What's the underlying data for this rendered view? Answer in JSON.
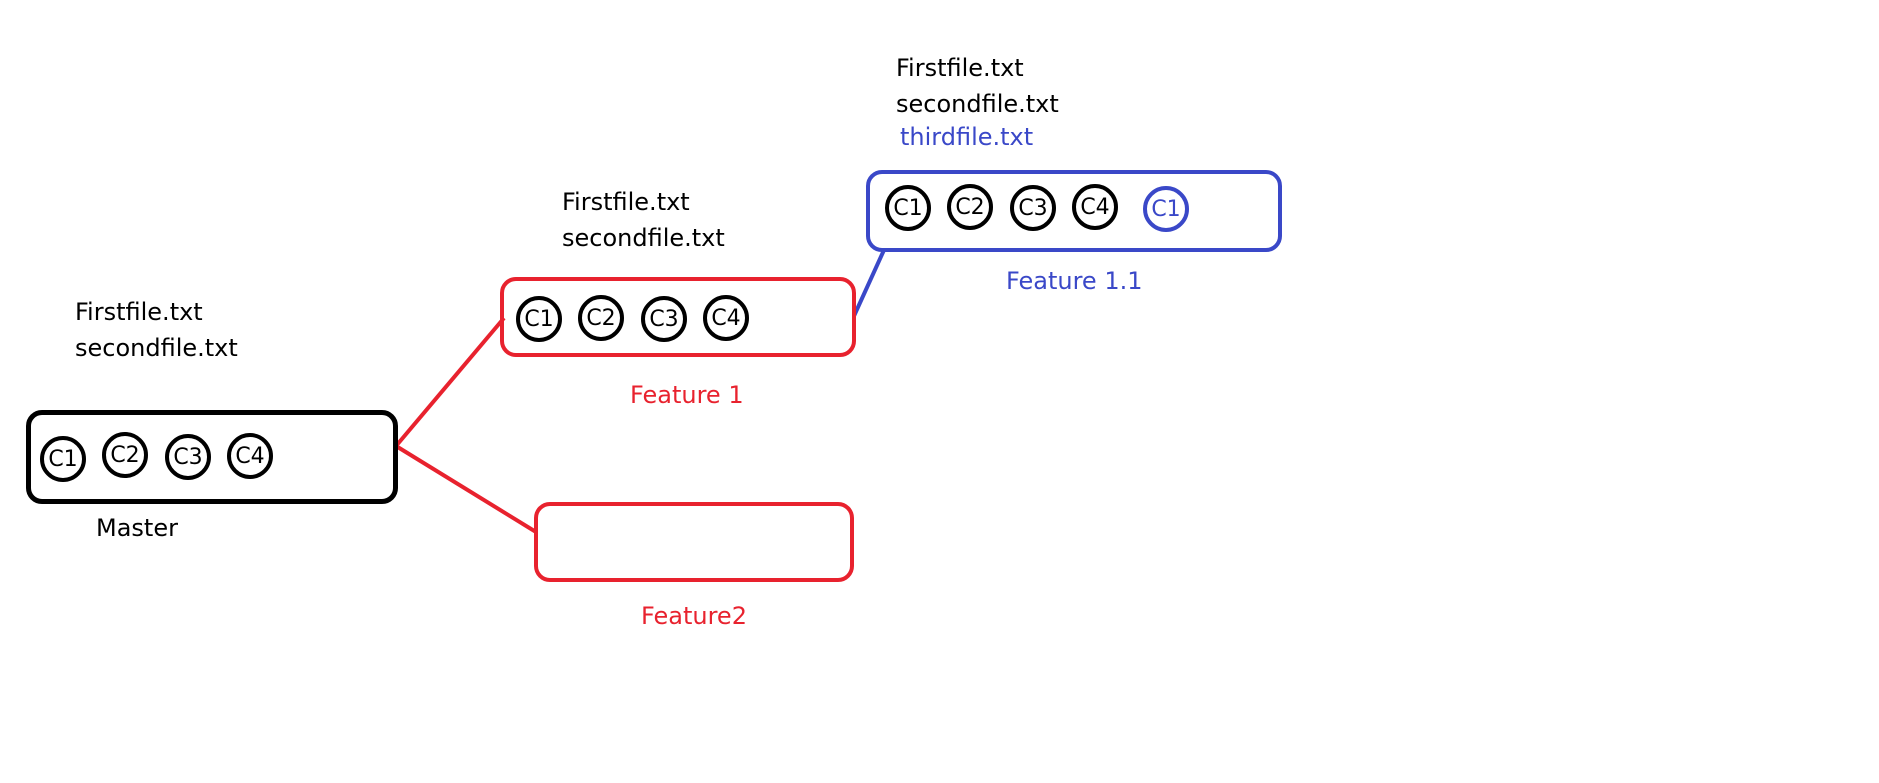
{
  "branches": {
    "master": {
      "name": "Master",
      "files": [
        "Firstfile.txt",
        "secondfile.txt"
      ],
      "commits": [
        "C1",
        "C2",
        "C3",
        "C4"
      ],
      "color": "#000000"
    },
    "feature1": {
      "name": "Feature 1",
      "files": [
        "Firstfile.txt",
        "secondfile.txt"
      ],
      "commits": [
        "C1",
        "C2",
        "C3",
        "C4"
      ],
      "color": "#e8222e"
    },
    "feature2": {
      "name": "Feature2",
      "color": "#e8222e"
    },
    "feature11": {
      "name": "Feature 1.1",
      "files": [
        "Firstfile.txt",
        "secondfile.txt"
      ],
      "new_file": "thirdfile.txt",
      "commits": [
        "C1",
        "C2",
        "C3",
        "C4"
      ],
      "new_commit": "C1",
      "color": "#3a48c8"
    }
  }
}
